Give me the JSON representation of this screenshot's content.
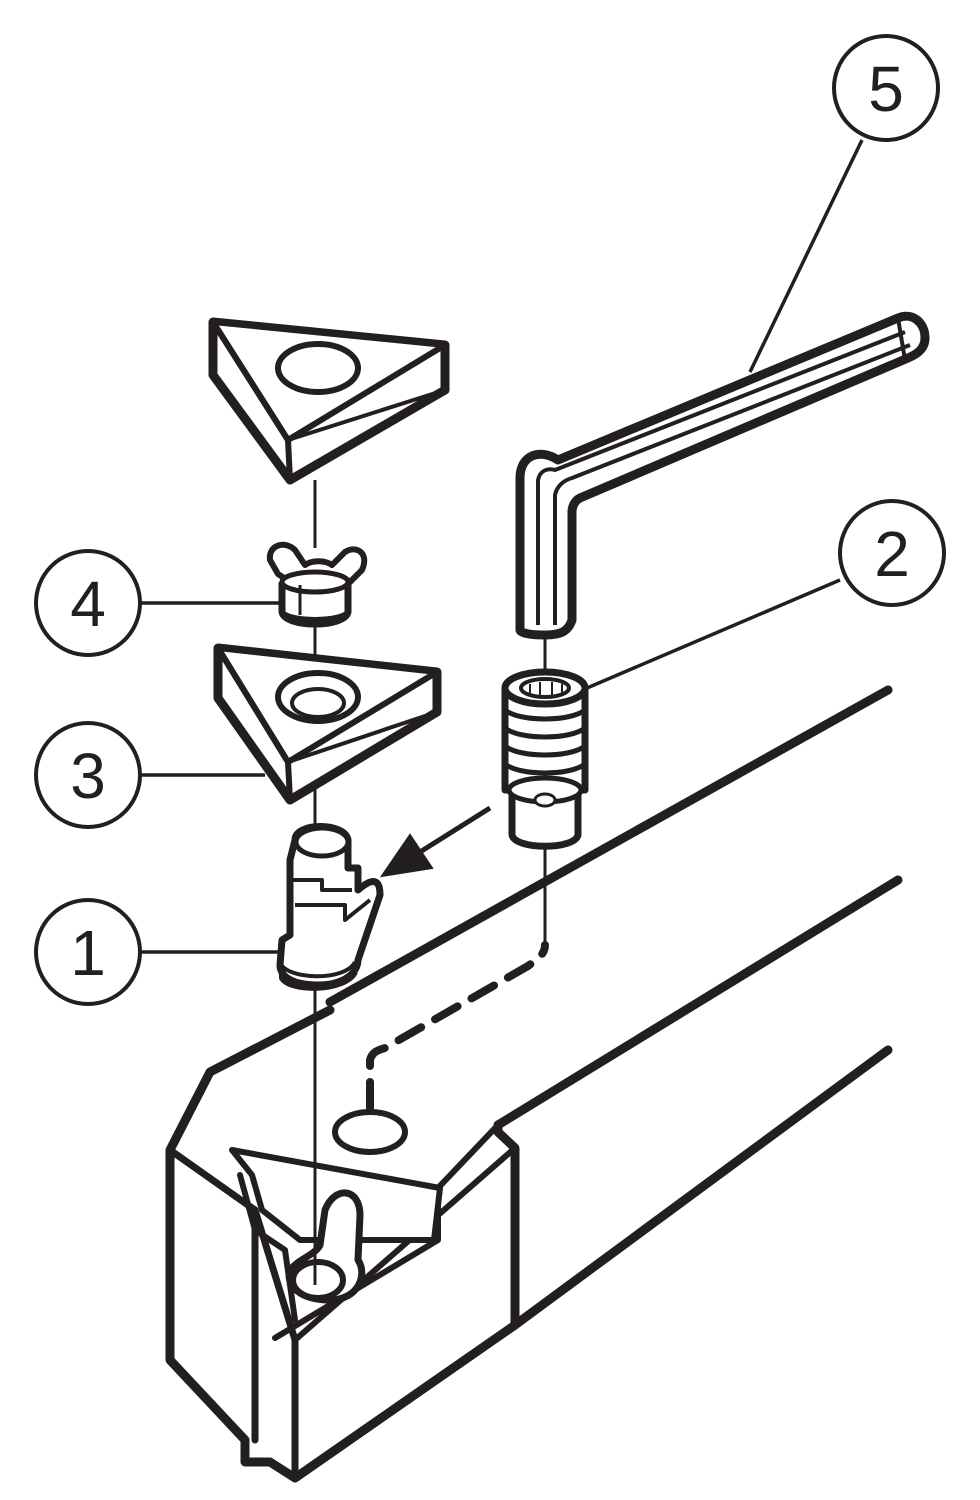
{
  "callouts": [
    {
      "id": "part-1",
      "label": "1"
    },
    {
      "id": "part-2",
      "label": "2"
    },
    {
      "id": "part-3",
      "label": "3"
    },
    {
      "id": "part-4",
      "label": "4"
    },
    {
      "id": "part-5",
      "label": "5"
    }
  ],
  "colors": {
    "stroke": "#231f20",
    "fill": "#ffffff",
    "line_art": "#1a1a1a"
  }
}
